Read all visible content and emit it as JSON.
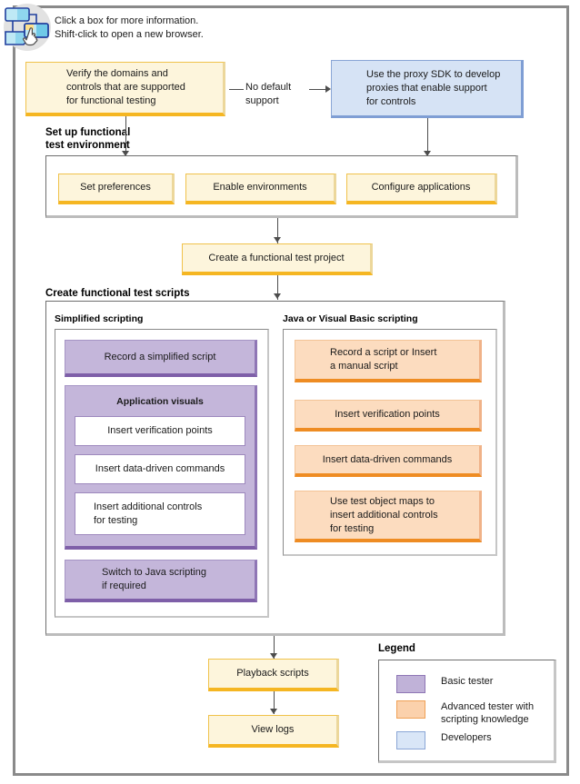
{
  "header": {
    "icon": "flowchart-click-icon",
    "instructions": "Click a box for more information.\nShift-click to open a new browser."
  },
  "nodes": {
    "verify_domains": "Verify the domains and\ncontrols that are supported\nfor functional testing",
    "proxy_sdk": "Use the proxy SDK to develop\nproxies that enable support\nfor controls",
    "edge_no_default_support": "No default\nsupport",
    "set_preferences": "Set preferences",
    "enable_environments": "Enable environments",
    "configure_applications": "Configure applications",
    "create_project": "Create a functional test project",
    "record_simplified": "Record a simplified script",
    "application_visuals": "Application visuals",
    "insert_verification_points_simple": "Insert verification points",
    "insert_data_driven_simple": "Insert data-driven commands",
    "insert_additional_controls_simple": "Insert additional controls\nfor testing",
    "switch_to_java": "Switch to Java scripting\nif required",
    "record_or_insert_manual": "Record a script or Insert\na manual script",
    "insert_verification_points_java": "Insert verification points",
    "insert_data_driven_java": "Insert data-driven commands",
    "use_test_object_maps": "Use test object maps to\ninsert additional controls\nfor testing",
    "playback_scripts": "Playback scripts",
    "view_logs": "View logs"
  },
  "sections": {
    "setup_env": "Set up functional\ntest environment",
    "create_scripts": "Create functional test scripts",
    "simplified_scripting": "Simplified scripting",
    "java_vb_scripting": "Java or Visual Basic scripting"
  },
  "legend": {
    "title": "Legend",
    "items": [
      {
        "swatch": "purple",
        "label": "Basic tester"
      },
      {
        "swatch": "orange",
        "label": "Advanced tester with\nscripting knowledge"
      },
      {
        "swatch": "blue",
        "label": "Developers"
      }
    ]
  },
  "colors": {
    "yellow_fill": "#fdf5dc",
    "yellow_accent": "#f5b622",
    "blue_fill": "#d6e3f5",
    "blue_accent": "#7f9ed4",
    "purple_fill": "#c4b6da",
    "purple_accent": "#7e5fa8",
    "orange_fill": "#fcdcbf",
    "orange_accent": "#ee8c23",
    "frame_gray": "#8a8a8a",
    "connector": "#4d4d4d"
  }
}
